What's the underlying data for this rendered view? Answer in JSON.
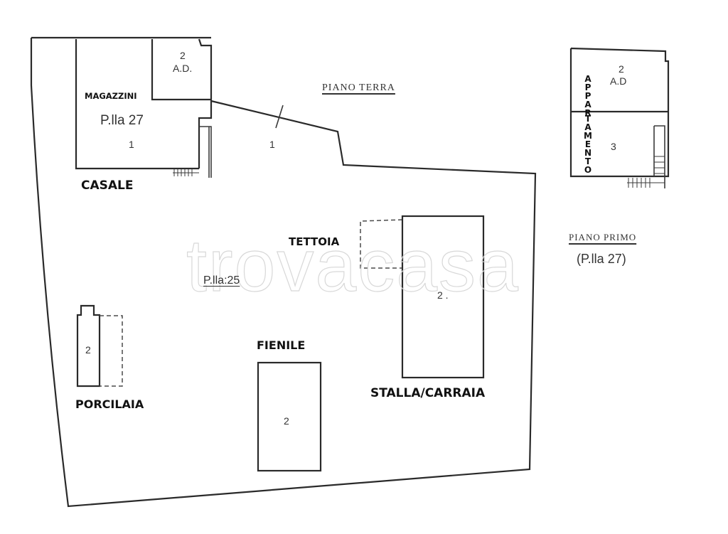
{
  "plan": {
    "ground_floor_title": "PIANO TERRA",
    "first_floor_title": "PIANO PRIMO",
    "first_floor_parcel": "(P.lla 27)",
    "watermark": "trovacasa",
    "colors": {
      "line": "#2a2a2a",
      "background": "#ffffff",
      "watermark": "#d8d8d8"
    }
  },
  "casale": {
    "label": "CASALE",
    "rooms_label": "MAGAZZINI",
    "parcel": "P.lla 27",
    "main_room_number": "1",
    "ad_number": "2",
    "ad_label": "A.D."
  },
  "courtyard": {
    "parcel": "P.lla:25",
    "area_number": "1"
  },
  "tettoia": {
    "label": "TETTOIA"
  },
  "stalla": {
    "label": "STALLA/CARRAIA",
    "number": "2 ."
  },
  "fienile": {
    "label": "FIENILE",
    "number": "2"
  },
  "porcilaia": {
    "label": "PORCILAIA",
    "number": "2"
  },
  "appartamento": {
    "label_part1": "APPAR",
    "label_part2": "TAMENTO",
    "ad_number": "2",
    "ad_label": "A.D",
    "room_number": "3"
  }
}
